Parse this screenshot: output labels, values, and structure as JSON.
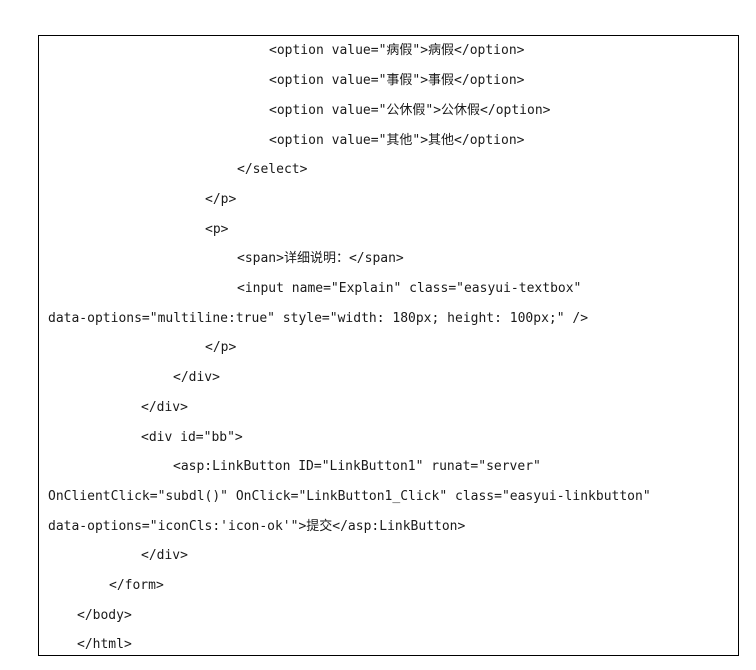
{
  "code": {
    "lines": [
      "                    <option value=\"病假\">病假</option>",
      "                    <option value=\"事假\">事假</option>",
      "                    <option value=\"公休假\">公休假</option>",
      "                    <option value=\"其他\">其他</option>",
      "                </select>",
      "            </p>",
      "            <p>",
      "                <span>详细说明：</span>",
      "                <input name=\"Explain\" class=\"easyui-textbox\"",
      "data-options=\"multiline:true\" style=\"width: 180px; height: 100px;\" />",
      "            </p>",
      "        </div>",
      "    </div>",
      "    <div id=\"bb\">",
      "        <asp:LinkButton ID=\"LinkButton1\" runat=\"server\"",
      "OnClientClick=\"subdl()\" OnClick=\"LinkButton1_Click\" class=\"easyui-linkbutton\"",
      "data-options=\"iconCls:'icon-ok'\">提交</asp:LinkButton>",
      "    </div>",
      "    </form>",
      "</body>",
      "</html>"
    ]
  }
}
